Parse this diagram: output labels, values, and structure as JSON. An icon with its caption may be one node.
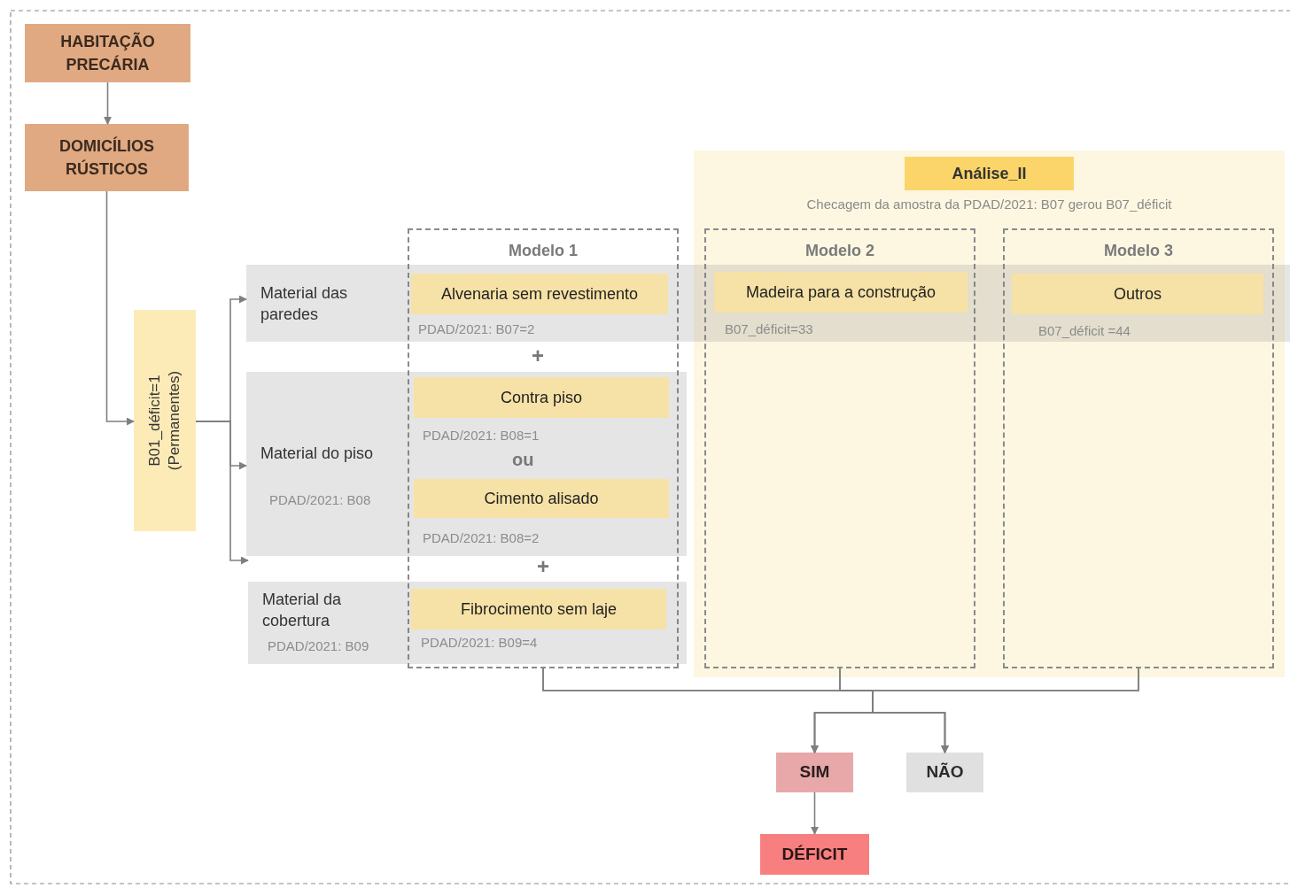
{
  "diagram": {
    "nodes": [
      {
        "text": [
          "HABITAÇÃO PRECÁRIA"
        ]
      },
      {
        "text": [
          "DOMICÍLIOS RÚSTICOS"
        ]
      },
      {
        "text": [
          "B01_déficit=1 (Permanentes)"
        ]
      },
      {
        "text": [
          "Material das paredes"
        ]
      },
      {
        "text": [
          "Material do piso",
          "PDAD/2021: B08"
        ]
      },
      {
        "text": [
          "Material da cobertura",
          "PDAD/2021: B09"
        ]
      },
      {
        "text": [
          "Análise_II",
          "Checagem da amostra da PDAD/2021: B07 gerou B07_déficit"
        ]
      },
      {
        "text": [
          "Modelo 1"
        ]
      },
      {
        "text": [
          "Modelo 2"
        ],
        "in": 6
      },
      {
        "text": [
          "Modelo 3"
        ],
        "in": 6
      },
      {
        "text": [
          "Alvenaria sem revestimento"
        ]
      },
      {
        "text": [
          "Contra piso"
        ]
      },
      {
        "text": [
          "Cimento alisado"
        ]
      },
      {
        "text": [
          "Fibrocimento sem laje"
        ]
      },
      {
        "text": [
          "Madeira para a construção"
        ]
      },
      {
        "text": [
          "Outros"
        ]
      },
      {
        "text": [
          "SIM"
        ]
      },
      {
        "text": [
          "NÃO"
        ]
      },
      {
        "text": [
          "DÉFICIT"
        ]
      }
    ],
    "edges": [
      {
        "from": 0,
        "to": 1,
        "arrow": "to"
      },
      {
        "from": 1,
        "to": 2,
        "arrow": "to"
      },
      {
        "from": 2,
        "to": 3,
        "arrow": "to"
      },
      {
        "from": 2,
        "to": 4,
        "arrow": "to"
      },
      {
        "from": 2,
        "to": 5,
        "arrow": "to"
      },
      {
        "from": 7,
        "to": 16,
        "arrow": "to"
      },
      {
        "from": 7,
        "to": 17,
        "arrow": "to"
      },
      {
        "from": 8,
        "to": 16,
        "arrow": "to"
      },
      {
        "from": 8,
        "to": 17,
        "arrow": "to"
      },
      {
        "from": 9,
        "to": 16,
        "arrow": "to"
      },
      {
        "from": 9,
        "to": 17,
        "arrow": "to"
      },
      {
        "from": 16,
        "to": 18,
        "arrow": "to"
      }
    ],
    "labels": [
      "PDAD/2021: B07=2",
      "B07_déficit=33",
      "B07_déficit =44",
      "+",
      "PDAD/2021: B08=1",
      "ou",
      "PDAD/2021: B08=2",
      "+",
      "PDAD/2021: B09=4"
    ]
  }
}
